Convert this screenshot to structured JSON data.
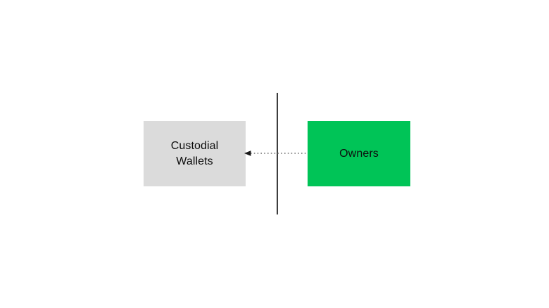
{
  "diagram": {
    "background_color": "#ffffff",
    "divider_color": "#3d3d3d",
    "nodes": [
      {
        "id": "custodial-wallets",
        "label": "Custodial Wallets",
        "fill": "#dbdbdb",
        "text_color": "#0d0d0d"
      },
      {
        "id": "owners",
        "label": "Owners",
        "fill": "#00c457",
        "text_color": "#0d0d0d"
      }
    ],
    "edge": {
      "from": "owners",
      "to": "custodial-wallets",
      "style": "dotted",
      "direction": "right-to-left",
      "line_color": "#6f6f6f",
      "arrow_color": "#1a1a1a"
    }
  }
}
